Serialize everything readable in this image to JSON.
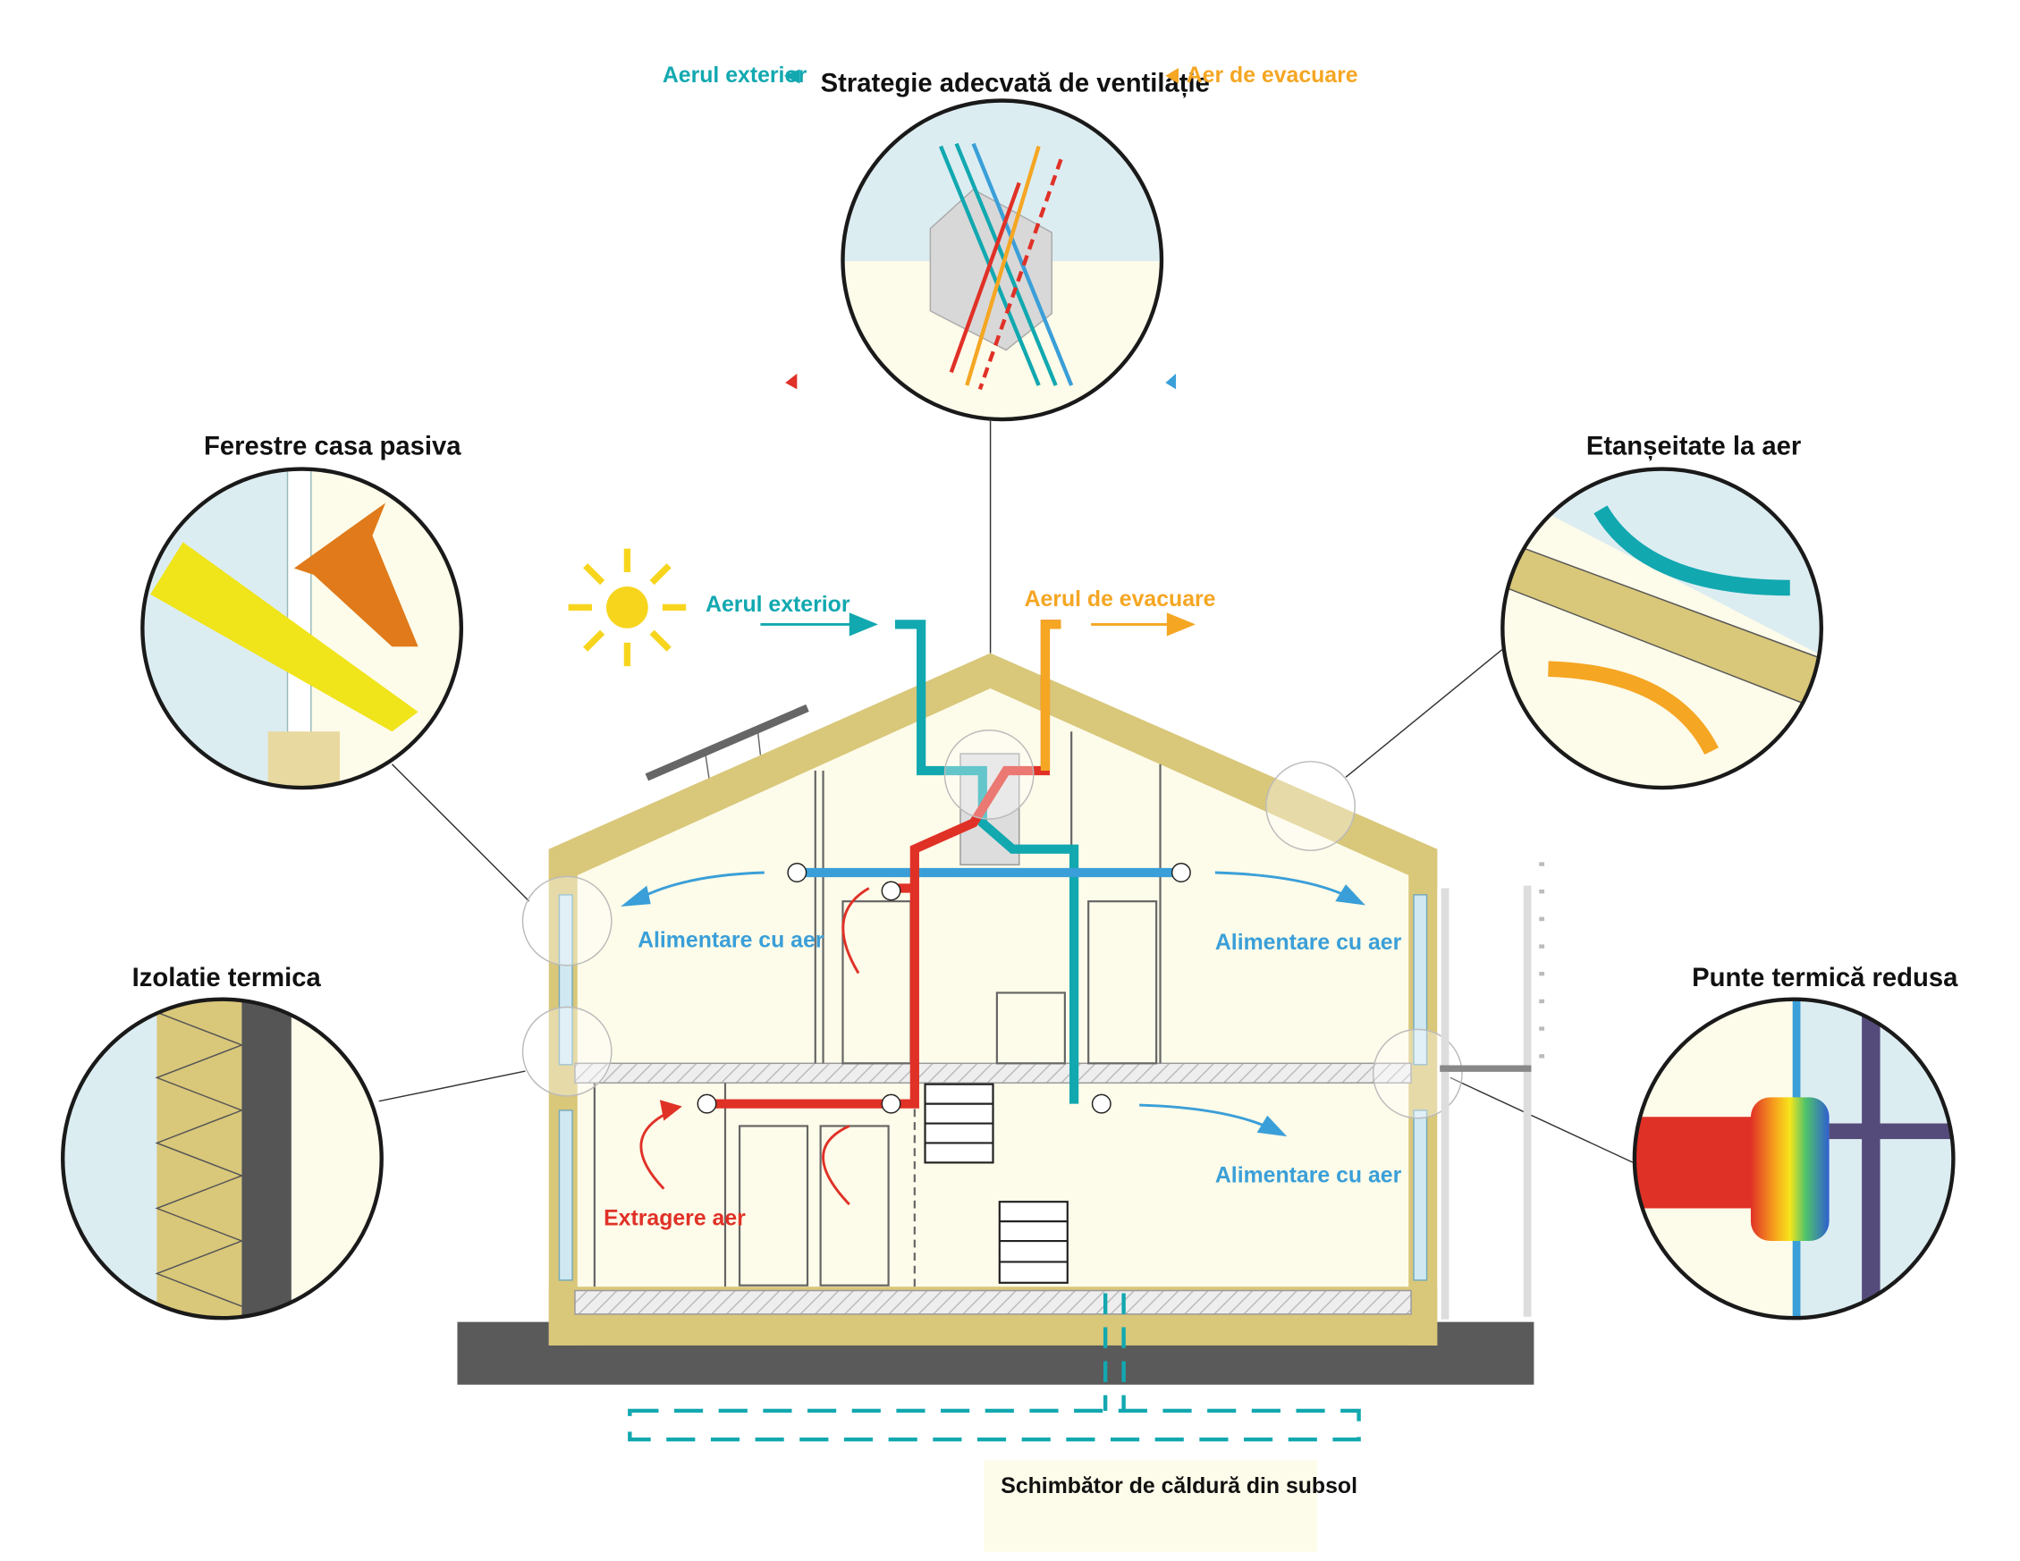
{
  "header": {
    "title": "Strategie adecvată de ventilație",
    "legend_outdoor": "Aerul exterior",
    "legend_exhaust": "Aer de evacuare"
  },
  "callouts": {
    "windows": "Ferestre casa pasiva",
    "airtightness": "Etanșeitate la aer",
    "insulation": "Izolatie termica",
    "thermal_bridge": "Punte termică redusa"
  },
  "house": {
    "outdoor_air": "Aerul exterior",
    "exhaust_air": "Aerul de evacuare",
    "supply_upper_left": "Alimentare cu aer",
    "supply_upper_right": "Alimentare cu aer",
    "supply_lower_right": "Alimentare cu aer",
    "extract": "Extragere aer"
  },
  "footer": {
    "ground_exchanger": "Schimbător de căldură din subsol"
  },
  "colors": {
    "teal": "#12a8b0",
    "blue": "#3a9fd8",
    "orange": "#f5a623",
    "red": "#e03127",
    "insulation": "#d9c77a",
    "wall": "#fdfbe9",
    "ground": "#5a5a5a"
  }
}
